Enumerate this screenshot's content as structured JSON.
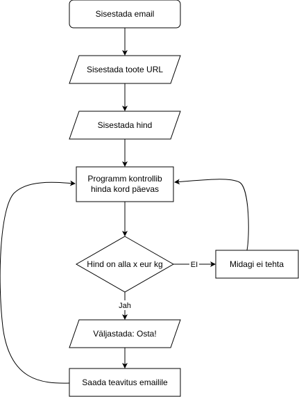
{
  "diagram": {
    "type": "flowchart",
    "nodes": [
      {
        "id": "input-email",
        "shape": "rounded-rect",
        "lines": [
          "Sisestada email"
        ]
      },
      {
        "id": "input-url",
        "shape": "parallelogram",
        "lines": [
          "Sisestada toote URL"
        ]
      },
      {
        "id": "input-price",
        "shape": "parallelogram",
        "lines": [
          "Sisestada hind"
        ]
      },
      {
        "id": "check-price",
        "shape": "rect",
        "lines": [
          "Programm kontrollib",
          "hinda kord päevas"
        ]
      },
      {
        "id": "decision",
        "shape": "diamond",
        "lines": [
          "Hind on alla x eur kg"
        ]
      },
      {
        "id": "nothing",
        "shape": "rect",
        "lines": [
          "Midagi ei tehta"
        ]
      },
      {
        "id": "output-buy",
        "shape": "parallelogram",
        "lines": [
          "Väljastada: Osta!"
        ]
      },
      {
        "id": "notify",
        "shape": "rect",
        "lines": [
          "Saada teavitus emailile"
        ]
      }
    ],
    "edges": [
      {
        "from": "input-email",
        "to": "input-url",
        "label": ""
      },
      {
        "from": "input-url",
        "to": "input-price",
        "label": ""
      },
      {
        "from": "input-price",
        "to": "check-price",
        "label": ""
      },
      {
        "from": "check-price",
        "to": "decision",
        "label": ""
      },
      {
        "from": "decision",
        "to": "nothing",
        "label": "EI"
      },
      {
        "from": "decision",
        "to": "output-buy",
        "label": "Jah"
      },
      {
        "from": "output-buy",
        "to": "notify",
        "label": ""
      },
      {
        "from": "nothing",
        "to": "check-price",
        "label": ""
      },
      {
        "from": "notify",
        "to": "check-price",
        "label": ""
      }
    ]
  }
}
